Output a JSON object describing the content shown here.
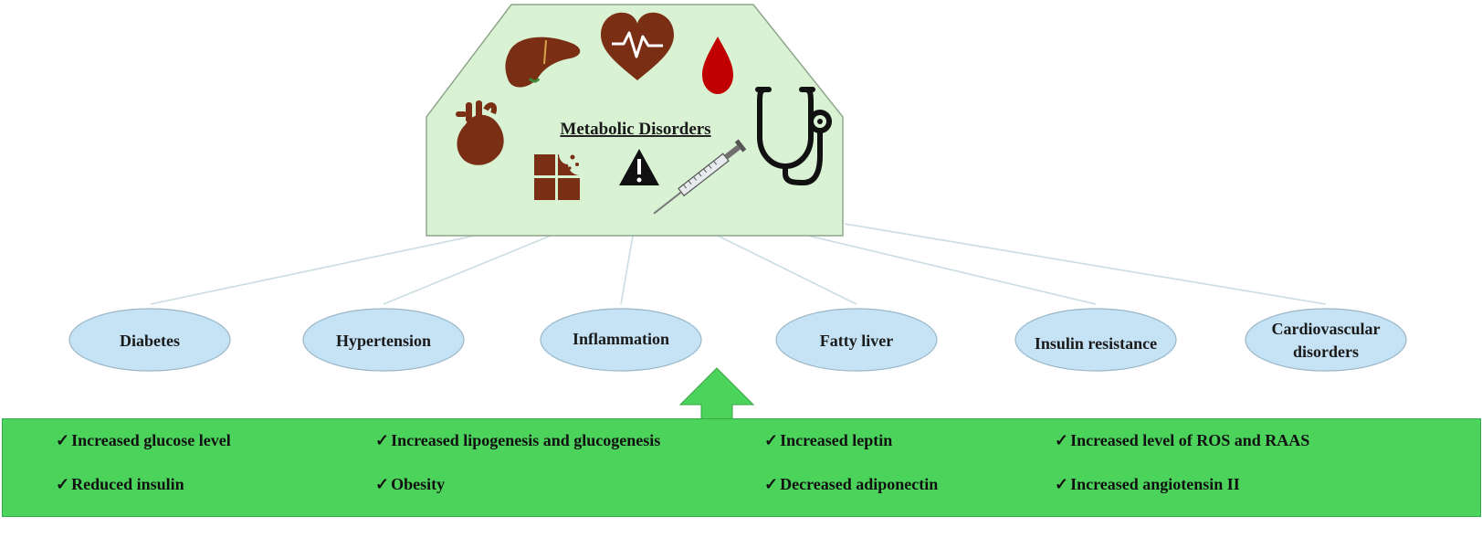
{
  "hub": {
    "title": "Metabolic Disorders",
    "icons": [
      "liver-icon",
      "heart-rate-icon",
      "blood-drop-icon",
      "anatomical-heart-icon",
      "chocolate-icon",
      "warning-icon",
      "syringe-icon",
      "stethoscope-icon"
    ]
  },
  "conditions": [
    {
      "lines": [
        "Diabetes"
      ]
    },
    {
      "lines": [
        "Hypertension"
      ]
    },
    {
      "lines": [
        "Inflammation"
      ]
    },
    {
      "lines": [
        "Fatty liver"
      ]
    },
    {
      "lines": [
        "Insulin resistance"
      ]
    },
    {
      "lines": [
        "Cardiovascular",
        "disorders"
      ]
    }
  ],
  "factors": {
    "check_mark": "✓",
    "items": [
      "Increased glucose level",
      "Increased lipogenesis and glucogenesis",
      "Increased leptin",
      "Increased level of ROS and RAAS",
      "Reduced insulin",
      "Obesity",
      "Decreased adiponectin",
      "Increased angiotensin II"
    ]
  },
  "colors": {
    "hub_fill": "#d9f2d4",
    "node_fill": "#c5e3f5",
    "factor_band": "#4cd35c",
    "arrow": "#4cd35c",
    "icon_brown": "#7a2e14",
    "blood_red": "#c00000"
  }
}
